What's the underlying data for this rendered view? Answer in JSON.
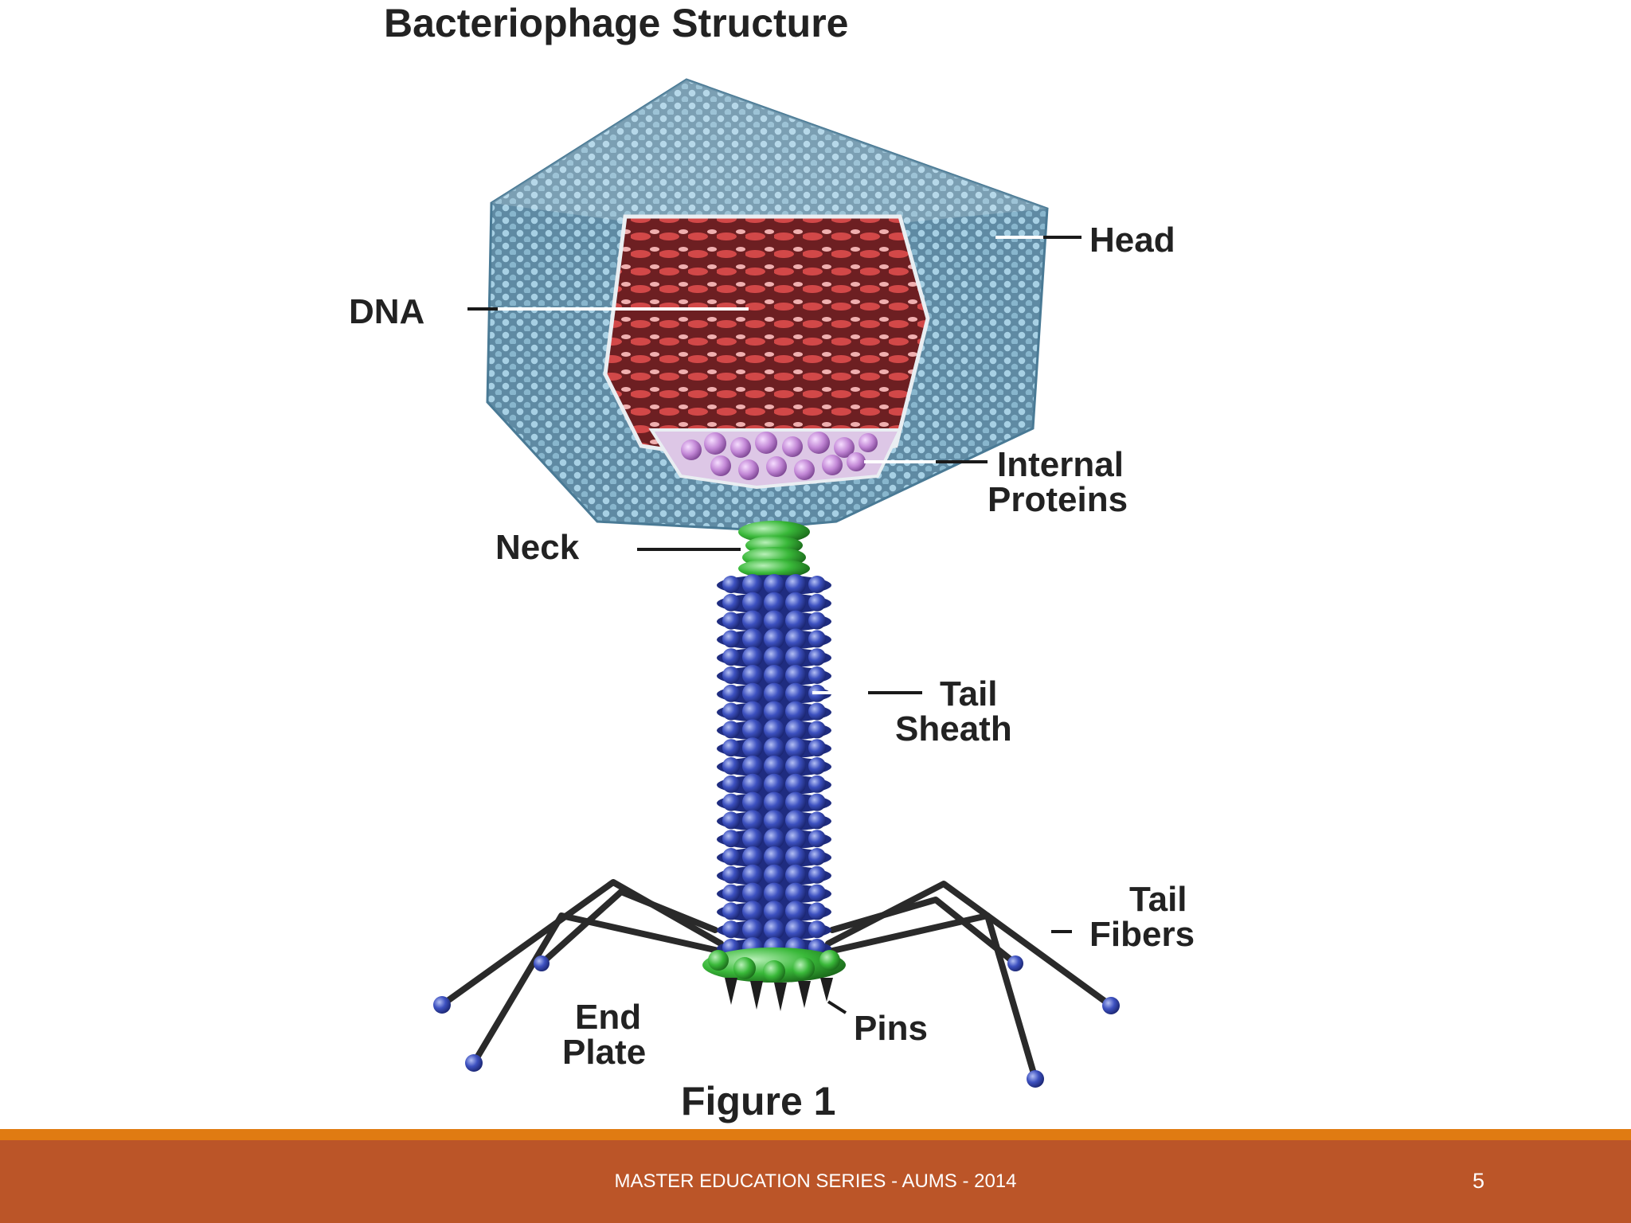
{
  "diagram": {
    "title": "Bacteriophage Structure",
    "caption": "Figure 1",
    "labels": {
      "head": "Head",
      "dna": "DNA",
      "internal_proteins_line1": "Internal",
      "internal_proteins_line2": "Proteins",
      "neck": "Neck",
      "tail_sheath_line1": "Tail",
      "tail_sheath_line2": "Sheath",
      "tail_fibers_line1": "Tail",
      "tail_fibers_line2": "Fibers",
      "end_plate_line1": "End",
      "end_plate_line2": "Plate",
      "pins": "Pins"
    },
    "colors": {
      "capsid": "#6f9bb3",
      "capsid_dark": "#3f6c85",
      "dna": "#9c3232",
      "dna_highlight": "#d24848",
      "proteins": "#c58ad6",
      "neck": "#3fa83f",
      "sheath": "#3b4db8",
      "fibers": "#2a2a2a",
      "fiber_tips": "#3b4db8"
    }
  },
  "footer": {
    "text": "MASTER EDUCATION SERIES - AUMS - 2014",
    "page_number": "5",
    "accent_color": "#e07b12",
    "bar_color": "#bb5528"
  }
}
